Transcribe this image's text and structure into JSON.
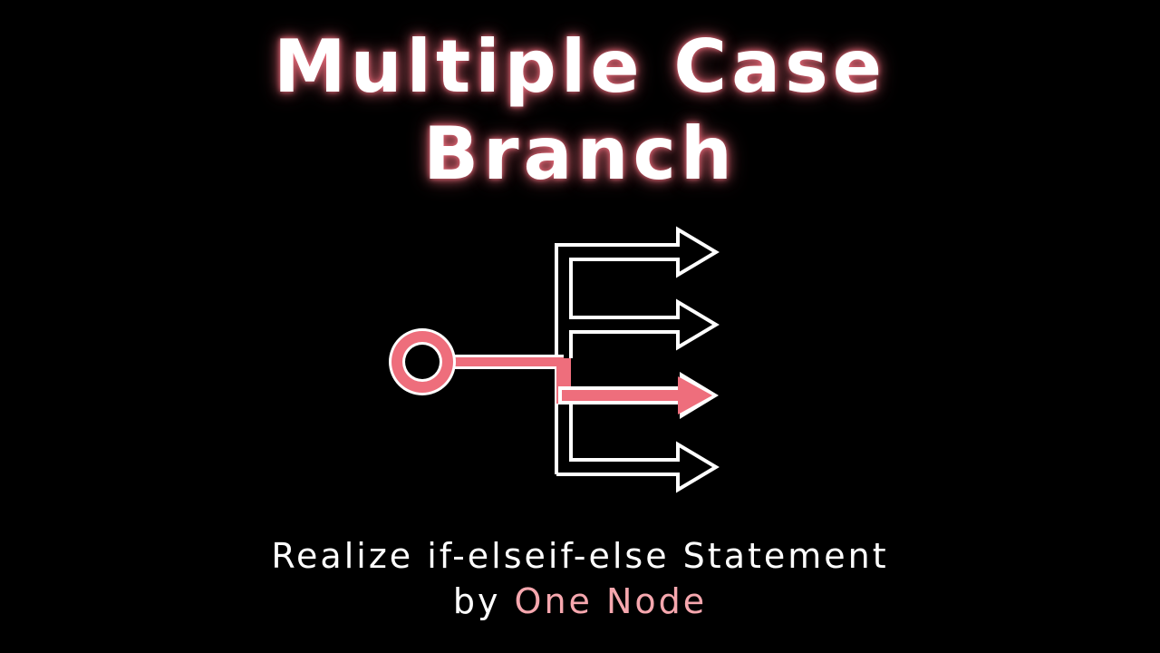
{
  "title": {
    "line1": "Multiple Case",
    "line2": "Branch"
  },
  "diagram": {
    "icon": "multiple-case-branch-icon",
    "branch_count": 4,
    "active_branch": 3
  },
  "subtitle": {
    "line1": "Realize if-elseif-else Statement",
    "line2_prefix": "by ",
    "line2_highlight": "One Node"
  },
  "colors": {
    "background": "#000000",
    "text": "#ffffff",
    "accent": "#ee6e7c",
    "highlight_text": "#f6a7ae",
    "glow": "#f06e7d"
  }
}
